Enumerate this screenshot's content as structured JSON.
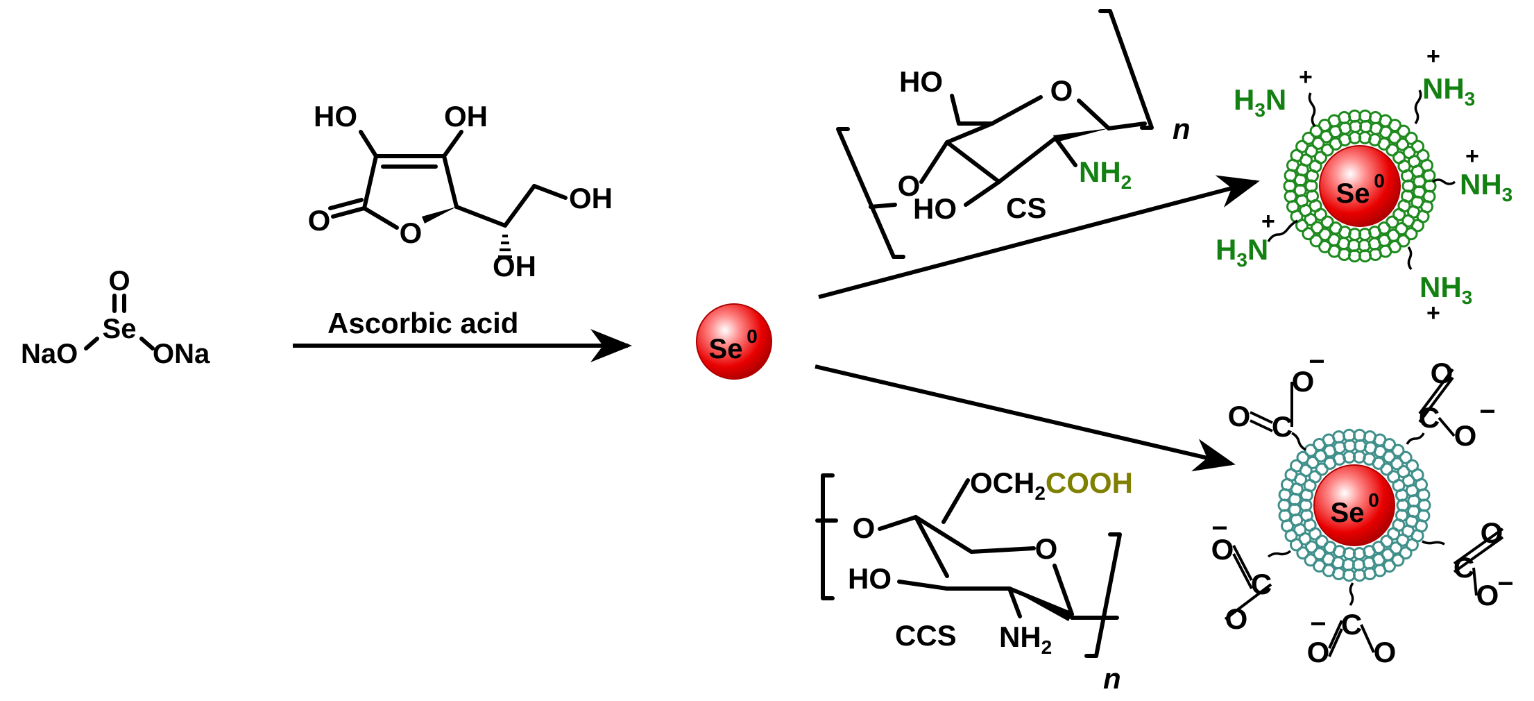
{
  "reagent": {
    "name": "Ascorbic acid",
    "atoms": {
      "ho_left": "HO",
      "oh_top": "OH",
      "oh_side": "OH",
      "oh_bottom": "OH",
      "carbonyl_o": "O",
      "ring_o": "O"
    }
  },
  "selenite": {
    "o_top": "O",
    "se": "Se",
    "na_o_left": "NaO",
    "o_na_right": "ONa"
  },
  "nanoparticle": {
    "symbol": "Se",
    "charge": "0"
  },
  "chitosan": {
    "abbr": "CS",
    "repeat": "n",
    "atoms": {
      "ho_top": "HO",
      "ring_o": "O",
      "nh2": "NH",
      "nh2_sub": "2",
      "glyco_o": "O",
      "ho_bottom": "HO"
    }
  },
  "carboxymethyl_chitosan": {
    "abbr": "CCS",
    "repeat": "n",
    "atoms": {
      "och2": "OCH",
      "och2_sub": "2",
      "cooh": "COOH",
      "glyco_o": "O",
      "ring_o": "O",
      "ho": "HO",
      "nh2": "NH",
      "nh2_sub": "2"
    }
  },
  "cs_particle": {
    "amine_left": "H",
    "amine_sub": "3",
    "amine_n": "N",
    "amine_right": "NH",
    "plus": "+"
  },
  "ccs_particle": {
    "c": "C",
    "o": "O",
    "minus": "−"
  },
  "colors": {
    "amine_green": "#138012",
    "carboxyl_olive": "#7f7f00",
    "cs_shell": "#1e8a1e",
    "ccs_shell": "#3f8f8a",
    "se_red": "#e80000"
  }
}
